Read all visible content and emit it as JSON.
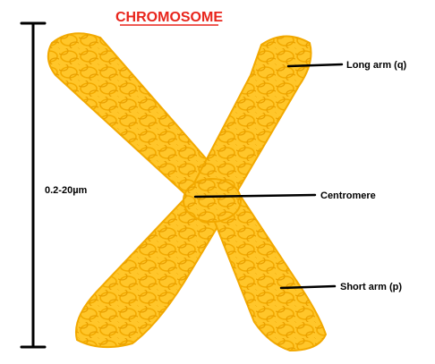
{
  "title": "CHROMOSOME",
  "size_label": "0.2-20µm",
  "labels": {
    "long_arm": "Long arm (q)",
    "centromere": "Centromere",
    "short_arm": "Short arm (p)"
  },
  "colors": {
    "title": "#e8251c",
    "chromosome_fill": "#ffc62a",
    "chromosome_scribble": "#f2a900",
    "lines": "#000000"
  }
}
